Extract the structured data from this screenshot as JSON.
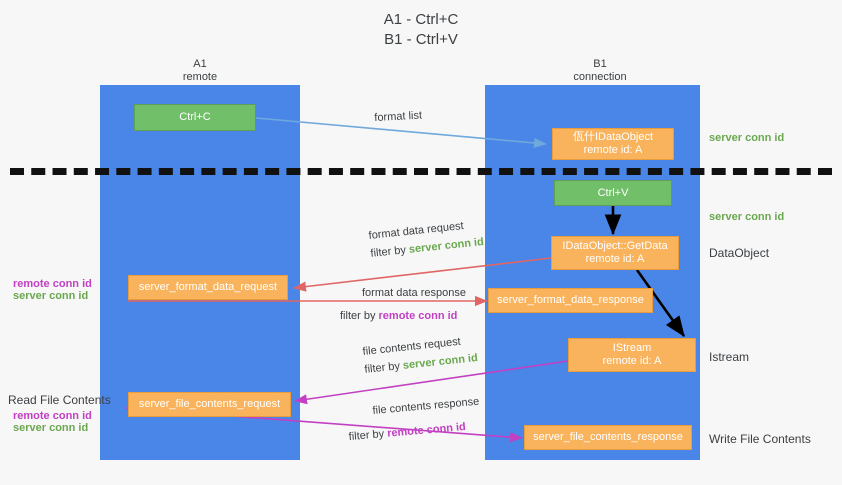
{
  "title": {
    "line1": "A1 - Ctrl+C",
    "line2": "B1 - Ctrl+V"
  },
  "lanes": [
    {
      "id": "a1",
      "name": "A1",
      "subtitle": "remote",
      "color": "#4a86e8"
    },
    {
      "id": "b1",
      "name": "B1",
      "subtitle": "connection",
      "color": "#4a86e8"
    }
  ],
  "colors": {
    "lane": "#4a86e8",
    "node_orange": "#f9b35c",
    "node_green": "#72bf6a",
    "server_conn_id": "#6aa84f",
    "remote_conn_id": "#c340c3",
    "arrow_blue": "#6fa8dc",
    "arrow_red": "#e06666",
    "arrow_magenta": "#c340c3",
    "arrow_black": "#000000",
    "divider": "#111111",
    "background": "#f7f7f7"
  },
  "nodes": {
    "ctrl_c": {
      "label": "Ctrl+C",
      "style": "green"
    },
    "idataobject_garbled": {
      "line1": "佤什IDataObject",
      "line2": "remote id: A",
      "style": "orange"
    },
    "ctrl_v": {
      "label": "Ctrl+V",
      "style": "green"
    },
    "getdata": {
      "line1": "IDataObject::GetData",
      "line2": "remote id: A",
      "style": "orange"
    },
    "istream": {
      "line1": "IStream",
      "line2": "remote id: A",
      "style": "orange"
    },
    "server_format_data_request": {
      "label": "server_format_data_request",
      "style": "orange"
    },
    "server_format_data_response": {
      "label": "server_format_data_response",
      "style": "orange"
    },
    "server_file_contents_request": {
      "label": "server_file_contents_request",
      "style": "orange"
    },
    "server_file_contents_response": {
      "label": "server_file_contents_response",
      "style": "orange"
    }
  },
  "edge_labels": {
    "format_list": "format list",
    "format_data_request": "format data request",
    "format_data_response": "format data response",
    "file_contents_request": "file contents request",
    "file_contents_response": "file contents response",
    "filter_by": "filter by"
  },
  "conn_ids": {
    "server": "server conn id",
    "remote": "remote conn id"
  },
  "right_labels": {
    "server_conn_id_top": "server conn id",
    "server_conn_id_mid": "server conn id",
    "dataobject": "DataObject",
    "istream": "Istream",
    "write_file_contents": "Write File Contents"
  },
  "left_labels": {
    "read_file_contents": "Read File Contents"
  }
}
